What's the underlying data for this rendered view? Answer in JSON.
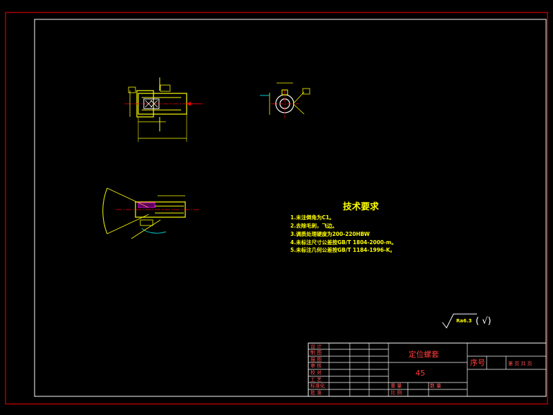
{
  "technical_requirements": {
    "title": "技术要求",
    "items": [
      "1.未注倒角为C1。",
      "2.去除毛刺，飞边。",
      "3.调质处理硬度为200-220HBW",
      "4.未标注尺寸公差按GB/T 1804-2000-m。",
      "5.未标注几何公差按GB/T 1184-1996-K。"
    ]
  },
  "surface_finish": {
    "value": "Ra6.3",
    "others_symbol": "(  √)"
  },
  "title_block": {
    "part_name": "定位螺套",
    "material": "45",
    "serial_label": "序号",
    "sheet_text": "第 页 共 页",
    "left_labels": [
      "设 计",
      "制 图",
      "描 图",
      "审 核",
      "校 对",
      "工 艺",
      "标准化",
      "批 准"
    ],
    "bottom_labels": [
      "重 量",
      "比 例",
      "数 量"
    ]
  },
  "colors": {
    "border": "#ff0000",
    "geometry": "#ffff00",
    "center_line": "#ff0000",
    "dimension": "#00ffff",
    "hatch": "#ff00ff",
    "annotation": "#00ff00"
  }
}
